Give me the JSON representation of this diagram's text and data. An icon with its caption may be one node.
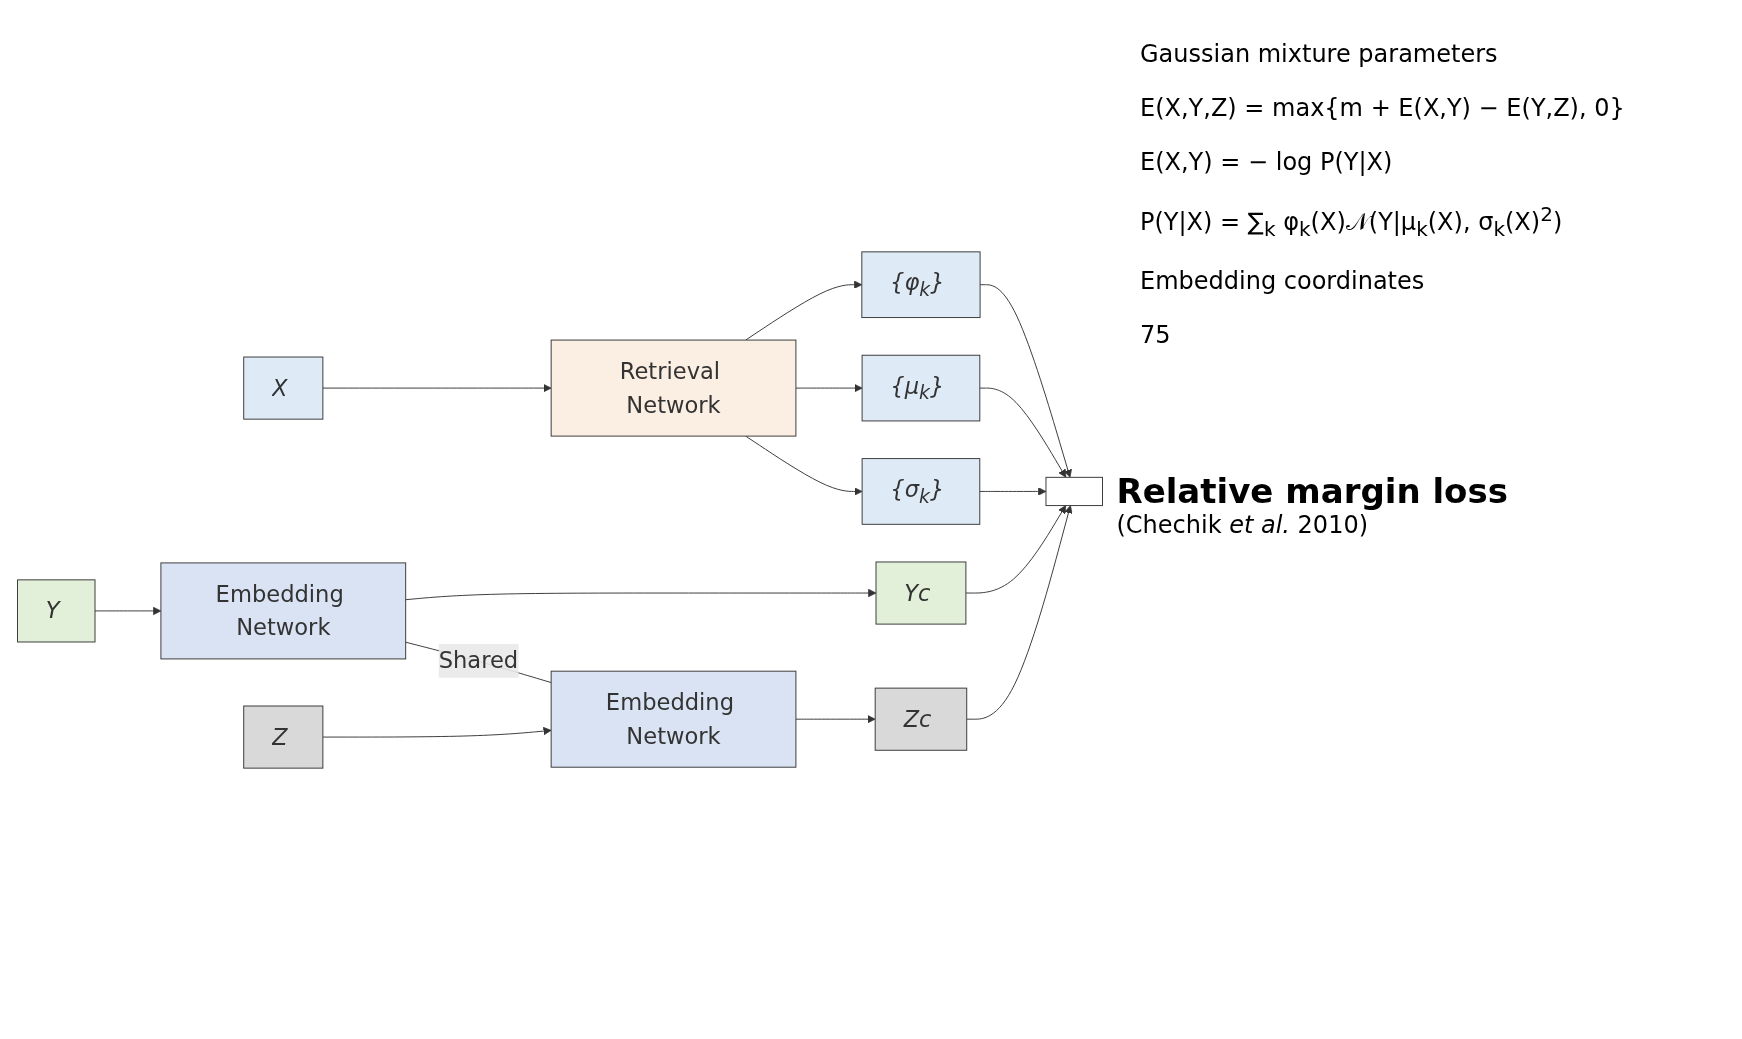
{
  "diagram": {
    "nodes": [
      {
        "text": [
          "X"
        ]
      },
      {
        "text": [
          "Retrieval Network"
        ]
      },
      {
        "text": [
          "{φ$_{k}$}"
        ]
      },
      {
        "text": [
          "{μ$_{k}$}"
        ]
      },
      {
        "text": [
          "{σ$_{k}$}"
        ]
      },
      {
        "text": [
          "Y"
        ]
      },
      {
        "text": [
          "Embedding Network"
        ]
      },
      {
        "text": [
          "Yc"
        ]
      },
      {
        "text": [
          "Z"
        ]
      },
      {
        "text": [
          "Embedding Network"
        ]
      },
      {
        "text": [
          "Zc"
        ]
      },
      {
        "text": [],
        "shape": "box",
        "beside": [
          "Relative margin loss",
          "(Chechik *et al.* 2010)"
        ]
      }
    ],
    "edges": [
      {
        "from": 0,
        "to": 1,
        "arrow": "to"
      },
      {
        "from": 1,
        "to": 2,
        "arrow": "to"
      },
      {
        "from": 1,
        "to": 3,
        "arrow": "to"
      },
      {
        "from": 1,
        "to": 4,
        "arrow": "to"
      },
      {
        "from": 5,
        "to": 6,
        "arrow": "to"
      },
      {
        "from": 6,
        "to": 7,
        "arrow": "to"
      },
      {
        "from": 8,
        "to": 9,
        "arrow": "to"
      },
      {
        "from": 9,
        "to": 10,
        "arrow": "to"
      },
      {
        "from": 6,
        "to": 9,
        "arrow": "none",
        "label": "Shared"
      },
      {
        "from": 2,
        "to": 11,
        "arrow": "to"
      },
      {
        "from": 3,
        "to": 11,
        "arrow": "to"
      },
      {
        "from": 4,
        "to": 11,
        "arrow": "to"
      },
      {
        "from": 7,
        "to": 11,
        "arrow": "to"
      },
      {
        "from": 10,
        "to": 11,
        "arrow": "to"
      }
    ],
    "labels": [
      "Gaussian mixture parameters",
      "E(X,Y,Z) = max{m + E(X,Y) − E(Y,Z), 0}",
      "E(X,Y) = − log P(Y|X)",
      "P(Y|X) = ∑$_{k}$ φ$_{k}$(X)𝒩(Y|μ$_{k}$(X), σ$_{k}$(X)$^{2}$)",
      "Embedding coordinates",
      "75"
    ]
  }
}
